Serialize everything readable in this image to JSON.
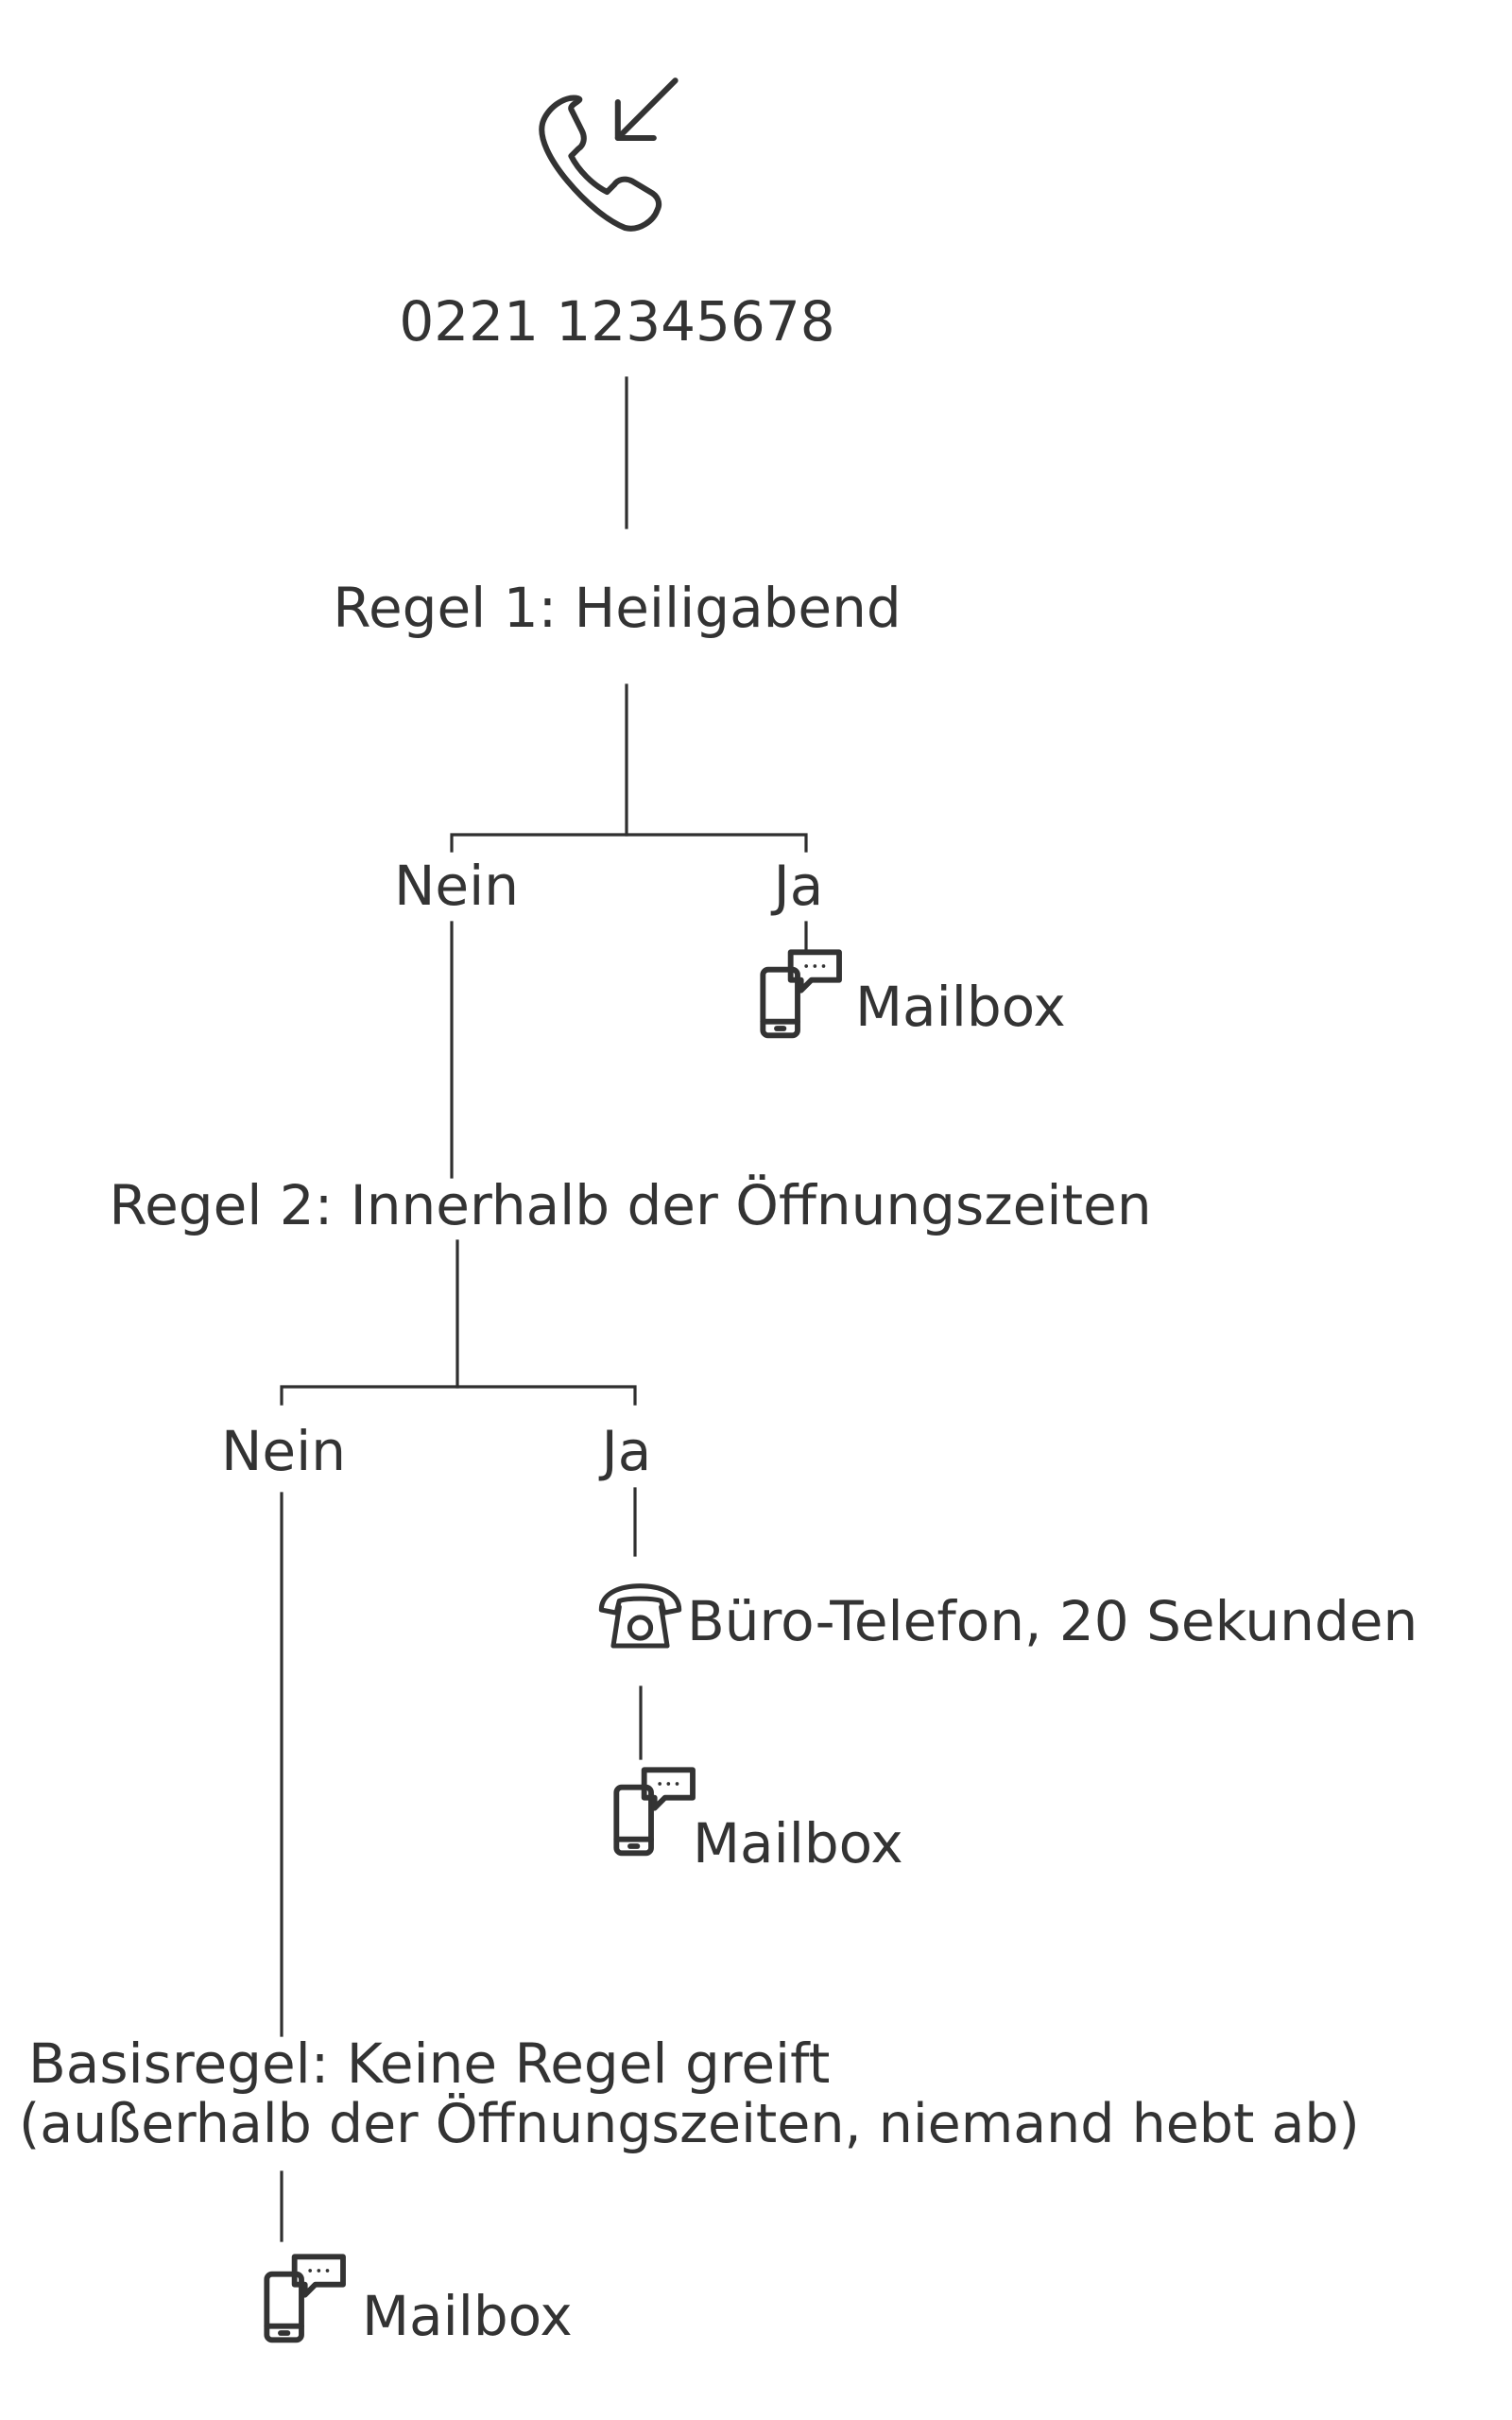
{
  "incoming_number": "0221 12345678",
  "rule1": {
    "title": "Regel 1: Heiligabend",
    "no_label": "Nein",
    "yes_label": "Ja",
    "yes_target": "Mailbox"
  },
  "rule2": {
    "title": "Regel 2: Innerhalb der Öffnungszeiten",
    "no_label": "Nein",
    "yes_label": "Ja",
    "yes_target_phone": "Büro-Telefon, 20 Sekunden",
    "yes_fallback": "Mailbox"
  },
  "base_rule": {
    "title_line1": "Basisregel: Keine Regel greift",
    "title_line2": "(außerhalb der Öffnungszeiten, niemand hebt ab)",
    "target": "Mailbox"
  },
  "icons": {
    "incoming": "incoming-call-icon",
    "mailbox": "mailbox-phone-icon",
    "desk_phone": "desk-phone-icon"
  }
}
